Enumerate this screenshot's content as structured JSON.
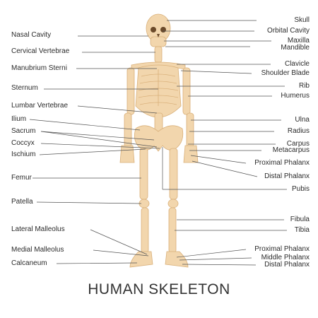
{
  "title": "HUMAN SKELETON",
  "colors": {
    "bone": "#f2d6ad",
    "bone_shade": "#d9b07a",
    "line": "#555555",
    "text": "#2b2b2b"
  },
  "labels": {
    "left": {
      "nasal_cavity": "Nasal Cavity",
      "cervical_vertebrae": "Cervical Vertebrae",
      "manubrium_sterni": "Manubrium Sterni",
      "sternum": "Sternum",
      "lumbar_vertebrae": "Lumbar Vertebrae",
      "ilium": "Ilium",
      "sacrum": "Sacrum",
      "coccyx": "Coccyx",
      "ischium": "Ischium",
      "femur": "Femur",
      "patella": "Patella",
      "lateral_malleolus": "Lateral Malleolus",
      "medial_malleolus": "Medial Malleolus",
      "calcaneum": "Calcaneum"
    },
    "right": {
      "skull": "Skull",
      "orbital_cavity": "Orbital Cavity",
      "maxilla": "Maxilla",
      "mandible": "Mandible",
      "clavicle": "Clavicle",
      "shoulder_blade": "Shoulder Blade",
      "rib": "Rib",
      "humerus": "Humerus",
      "ulna": "Ulna",
      "radius": "Radius",
      "carpus": "Carpus",
      "metacarpus": "Metacarpus",
      "proximal_phalanx_hand": "Proximal Phalanx",
      "distal_phalanx_hand": "Distal Phalanx",
      "pubis": "Pubis",
      "fibula": "Fibula",
      "tibia": "Tibia",
      "proximal_phalanx_foot": "Proximal Phalanx",
      "middle_phalanx_foot": "Middle Phalanx",
      "distal_phalanx_foot": "Distal Phalanx"
    }
  }
}
